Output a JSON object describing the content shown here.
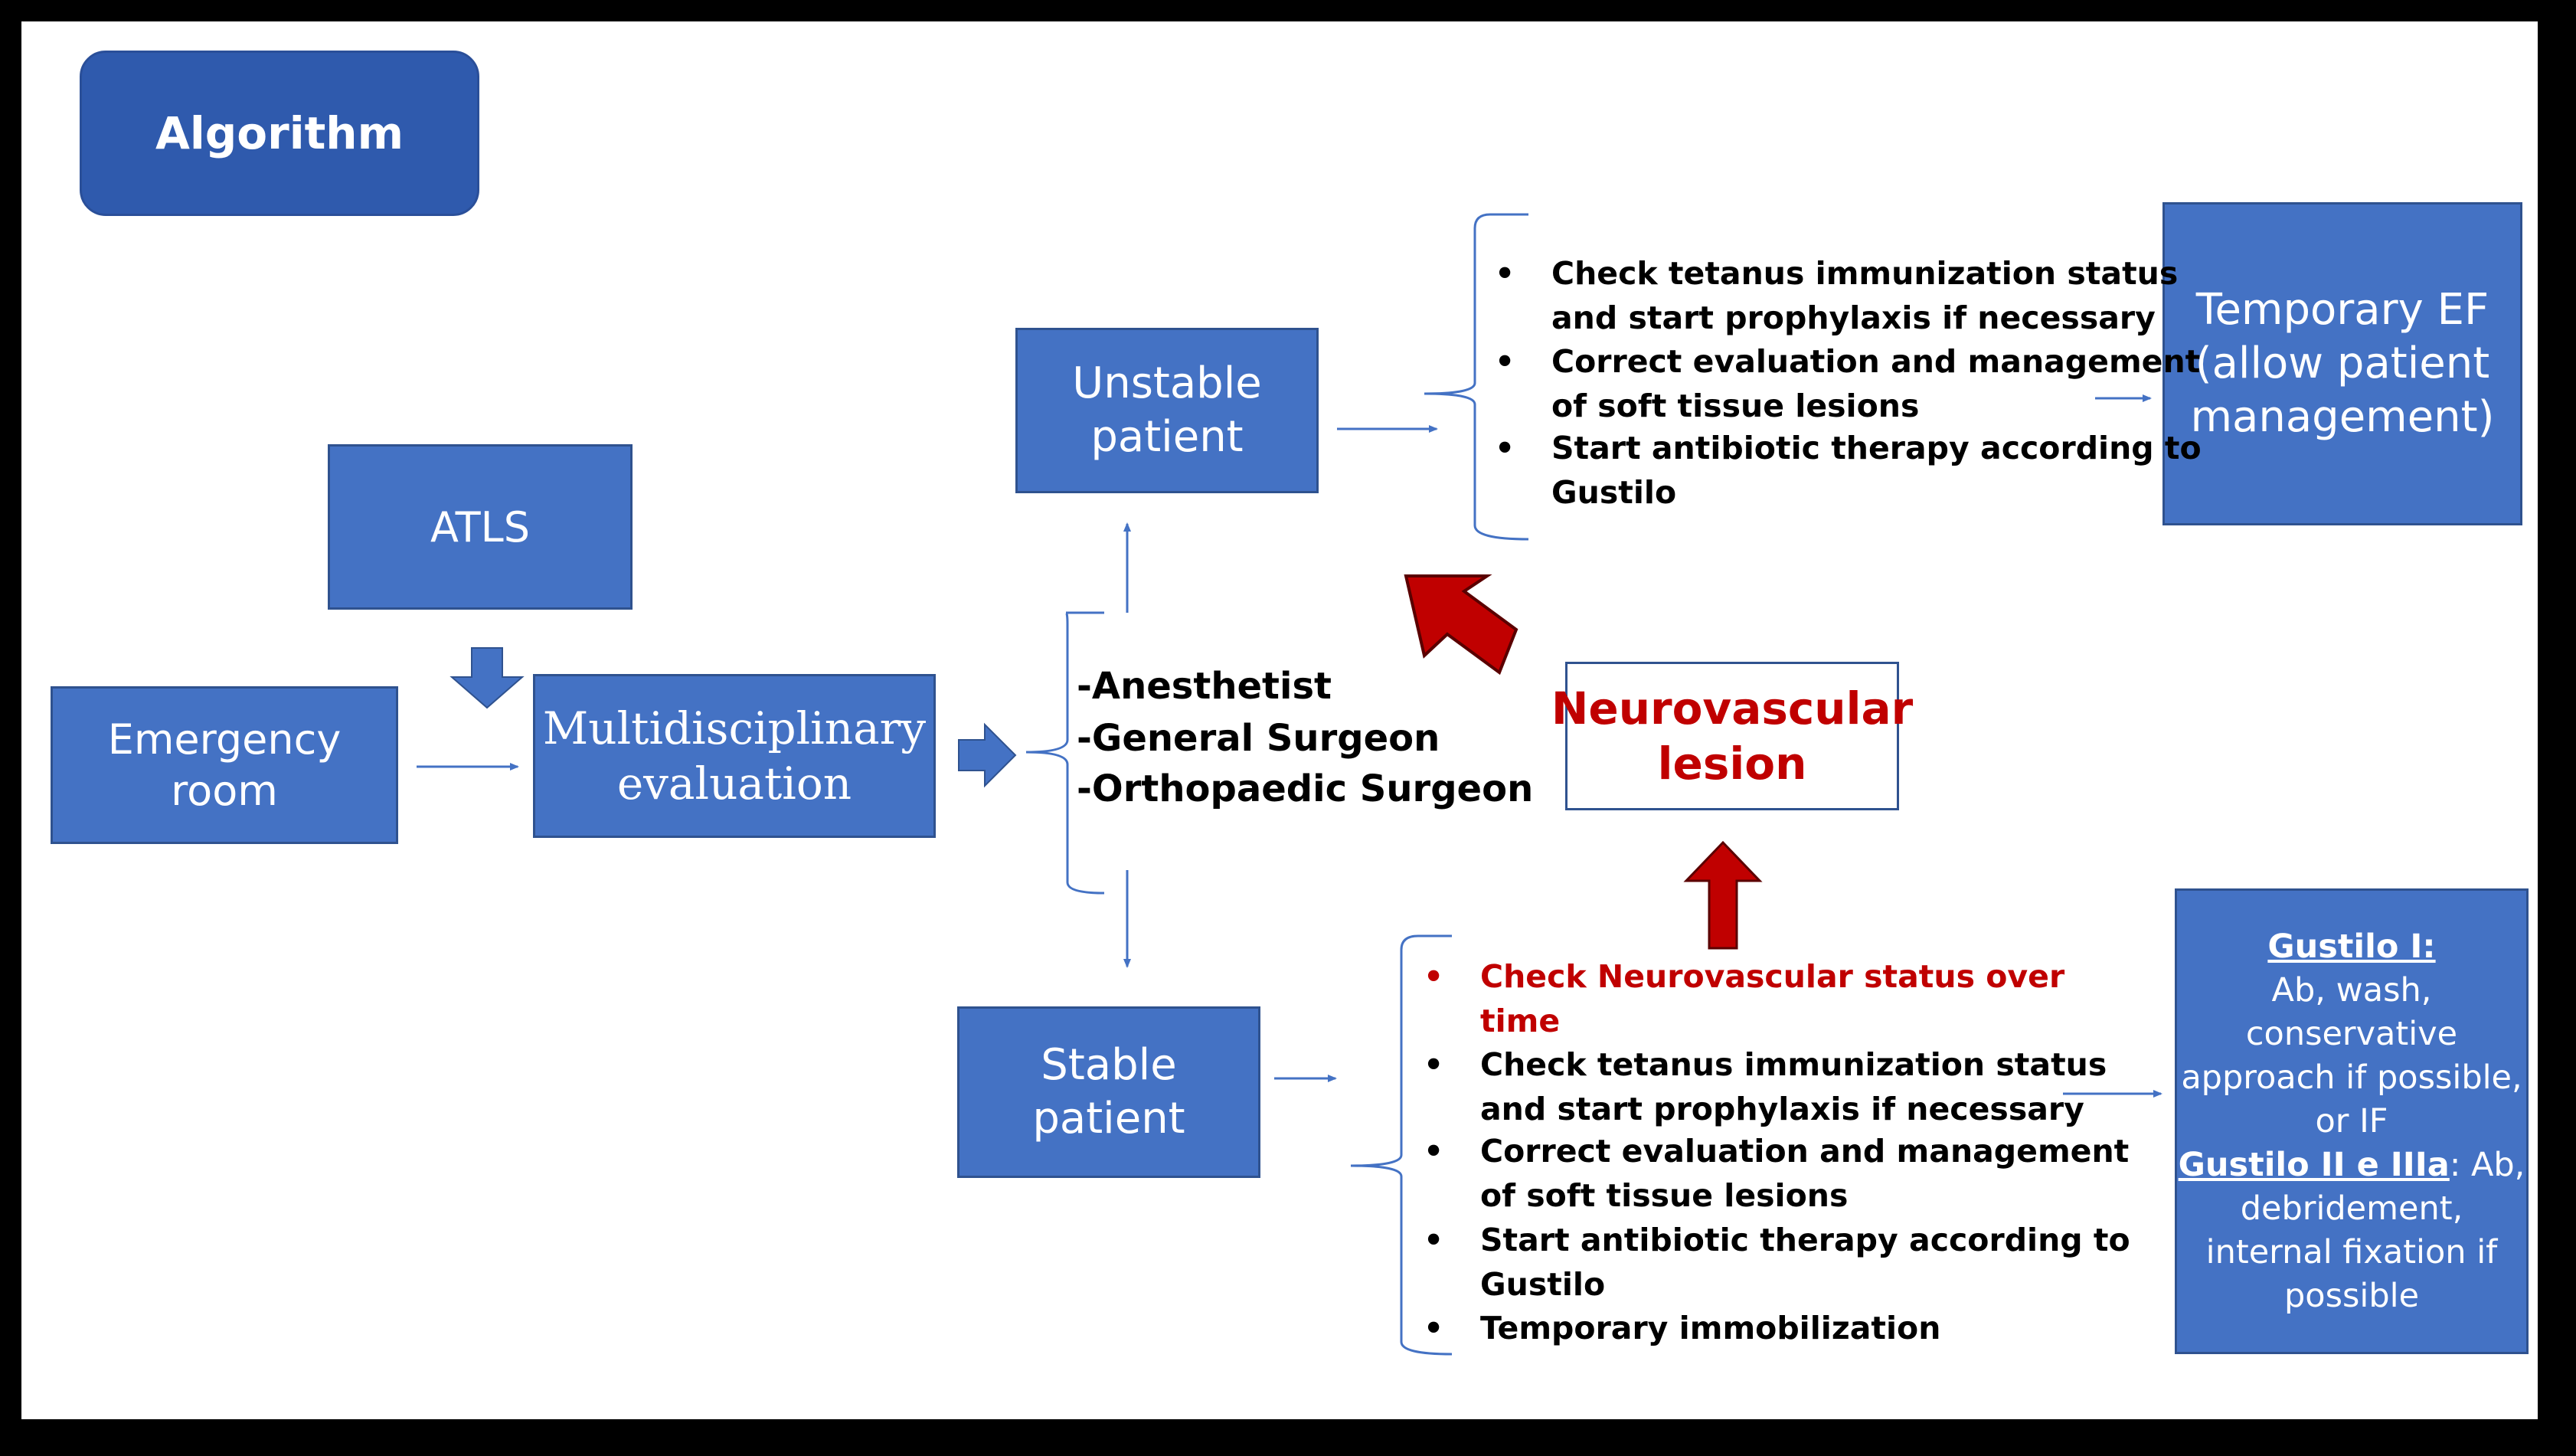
{
  "title": "Algorithm",
  "nodes": {
    "emergency_room": [
      "Emergency",
      "room"
    ],
    "atls": "ATLS",
    "multidisciplinary": [
      "Multidisciplinary",
      "evaluation"
    ],
    "unstable": [
      "Unstable",
      "patient"
    ],
    "stable": [
      "Stable",
      "patient"
    ],
    "temporary_ef": [
      "Temporary EF",
      "(allow patient",
      "management)"
    ],
    "neurovascular": [
      "Neurovascular",
      "lesion"
    ]
  },
  "team": [
    "-Anesthetist",
    "-General Surgeon",
    "-Orthopaedic Surgeon"
  ],
  "unstable_steps": [
    [
      "Check tetanus immunization status",
      "and start prophylaxis if necessary"
    ],
    [
      "Correct evaluation and management",
      "of soft tissue lesions"
    ],
    [
      "Start antibiotic therapy according to",
      "Gustilo"
    ]
  ],
  "stable_steps": [
    [
      "Check  Neurovascular status over",
      "time"
    ],
    [
      "Check tetanus immunization status",
      "and start prophylaxis if necessary"
    ],
    [
      "Correct evaluation and management",
      "of soft tissue lesions"
    ],
    [
      "Start antibiotic therapy according to",
      "Gustilo"
    ],
    [
      "Temporary immobilization"
    ]
  ],
  "gustilo": {
    "g1_label": "Gustilo I:",
    "g1_lines": [
      "Ab, wash,",
      "conservative",
      "approach if possible,",
      "or IF"
    ],
    "g2_label": "Gustilo II e IIIa",
    "g2_suffix": ": Ab,",
    "g2_lines": [
      "debridement,",
      "internal fixation if",
      "possible"
    ]
  },
  "bullet": "•",
  "colors": {
    "box_fill": "#4472c4",
    "box_border": "#2f528f",
    "title_fill": "#2f5aad",
    "connector": "#4472c4",
    "red_arrow": "#c00000",
    "alert_text": "#c00000"
  }
}
